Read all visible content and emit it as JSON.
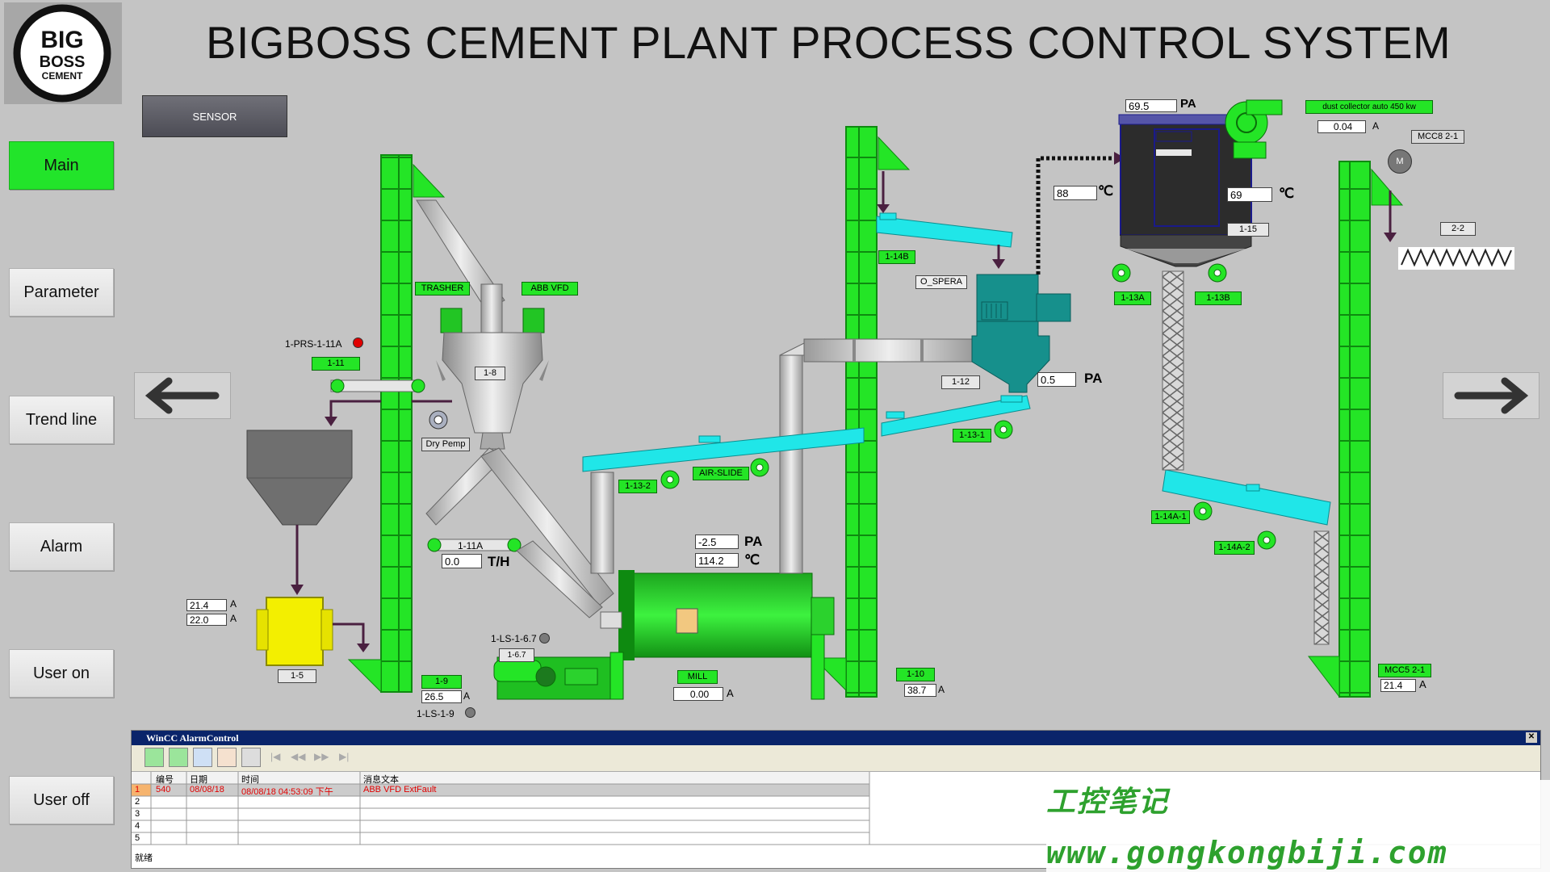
{
  "header": {
    "title": "BIGBOSS CEMENT PLANT PROCESS CONTROL  SYSTEM"
  },
  "logo": {
    "text": [
      "BIG",
      "BOSS",
      "CEMENT"
    ]
  },
  "sensor_button": "SENSOR",
  "nav": {
    "main": "Main",
    "parameter": "Parameter",
    "trend": "Trend line",
    "alarm": "Alarm",
    "user_on": "User on",
    "user_off": "User off"
  },
  "process": {
    "prs_label": "1-PRS-1-11A",
    "tags": {
      "t111": "1-11",
      "t18": "1-8",
      "trasher": "TRASHER",
      "abb_vfd": "ABB VFD",
      "dry_pemp": "Dry Pemp",
      "t111a": "1-11A",
      "t15": "1-5",
      "t19": "1-9",
      "ls19": "1-LS-1-9",
      "ls167": "1-LS-1-6.7",
      "t167": "1-6.7",
      "mill": "MILL",
      "t1132": "1-13-2",
      "air_slide": "AIR-SLIDE",
      "t110": "1-10",
      "t114b": "1-14B",
      "o_spera": "O_SPERA",
      "t112": "1-12",
      "t1131": "1-13-1",
      "t113a": "1-13A",
      "t113b": "1-13B",
      "t115": "1-15",
      "t114a1": "1-14A-1",
      "t114a2": "1-14A-2",
      "t22": "2-2",
      "mcc8": "MCC8 2-1",
      "mcc5": "MCC5 2-1",
      "dust_collector": "dust collector auto 450 kw",
      "motor_m": "M"
    },
    "values": {
      "feed_th": "0.0",
      "hopper_a1": "21.4",
      "hopper_a2": "22.0",
      "elev19_a": "26.5",
      "mill_pa": "-2.5",
      "mill_temp": "114.2",
      "mill_a": "0.00",
      "elev110_a": "38.7",
      "sep_pa": "0.5",
      "duct_temp": "88",
      "dust_pa": "69.5",
      "dust_temp": "69",
      "dust_a": "0.04",
      "mcc5_a": "21.4"
    },
    "units": {
      "a": "A",
      "pa": "PA",
      "th": "T/H",
      "c": "℃"
    },
    "status_colors": {
      "running": "#24e526",
      "alarm": "#e00000",
      "stopped": "#7a7a7a"
    }
  },
  "alarm_control": {
    "title": "WinCC AlarmControl",
    "headers": [
      "编号",
      "日期",
      "时间",
      "消息文本"
    ],
    "rows": [
      {
        "idx": "1",
        "no": "540",
        "date": "08/08/18",
        "time": "08/08/18 04:53:09 下午",
        "msg": "ABB VFD ExtFault"
      },
      {
        "idx": "2",
        "no": "",
        "date": "",
        "time": "",
        "msg": ""
      },
      {
        "idx": "3",
        "no": "",
        "date": "",
        "time": "",
        "msg": ""
      },
      {
        "idx": "4",
        "no": "",
        "date": "",
        "time": "",
        "msg": ""
      },
      {
        "idx": "5",
        "no": "",
        "date": "",
        "time": "",
        "msg": ""
      }
    ],
    "status": "就绪",
    "alarm_color": "#e00000"
  },
  "watermark": {
    "cn": "工控笔记",
    "url": "www.gongkongbiji.com"
  }
}
